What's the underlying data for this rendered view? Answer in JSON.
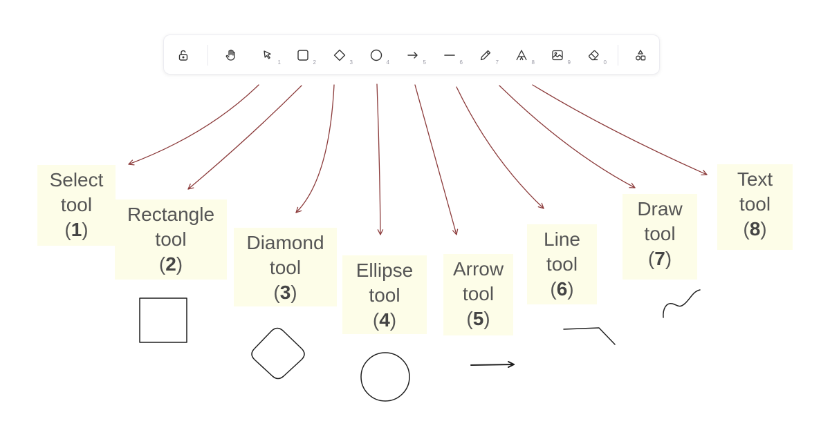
{
  "toolbar": {
    "tools": [
      {
        "name": "lock",
        "key": ""
      },
      {
        "name": "hand",
        "key": ""
      },
      {
        "name": "select",
        "key": "1"
      },
      {
        "name": "rectangle",
        "key": "2"
      },
      {
        "name": "diamond",
        "key": "3"
      },
      {
        "name": "ellipse",
        "key": "4"
      },
      {
        "name": "arrow",
        "key": "5"
      },
      {
        "name": "line",
        "key": "6"
      },
      {
        "name": "draw",
        "key": "7"
      },
      {
        "name": "text",
        "key": "8"
      },
      {
        "name": "image",
        "key": "9"
      },
      {
        "name": "eraser",
        "key": "0"
      },
      {
        "name": "shapes",
        "key": ""
      }
    ]
  },
  "labels": {
    "select": {
      "line1": "Select",
      "line2": "tool",
      "num": "1"
    },
    "rectangle": {
      "line1": "Rectangle",
      "line2": "tool",
      "num": "2"
    },
    "diamond": {
      "line1": "Diamond",
      "line2": "tool",
      "num": "3"
    },
    "ellipse": {
      "line1": "Ellipse",
      "line2": "tool",
      "num": "4"
    },
    "arrow": {
      "line1": "Arrow",
      "line2": "tool",
      "num": "5"
    },
    "line": {
      "line1": "Line",
      "line2": "tool",
      "num": "6"
    },
    "draw": {
      "line1": "Draw",
      "line2": "tool",
      "num": "7"
    },
    "text": {
      "line1": "Text",
      "line2": "tool",
      "num": "8"
    }
  },
  "colors": {
    "annotation_arrow": "#8b3a3a",
    "sticky_note": "#fdfde8",
    "label_text": "#555555",
    "shape_stroke": "#1e1e1e"
  }
}
